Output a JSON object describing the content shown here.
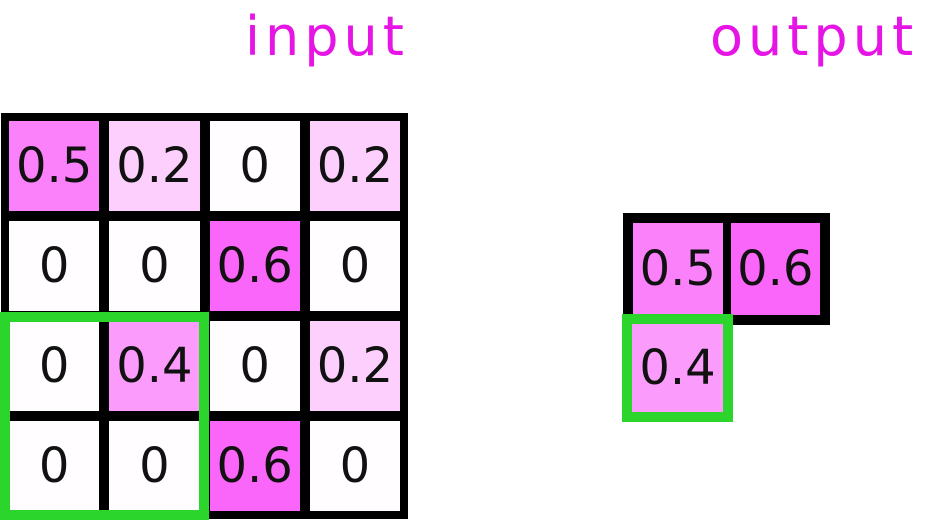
{
  "labels": {
    "input": "input",
    "output": "output"
  },
  "colors": {
    "label_text": "#e615e6",
    "number_text": "#111111",
    "grid_frame": "#000000",
    "highlight_green": "#2bd52b",
    "value_scale": {
      "0": "#fffdff",
      "0.2": "#fccffc",
      "0.4": "#fb9bfb",
      "0.5": "#fa81fa",
      "0.6": "#f966f9"
    }
  },
  "input_grid": {
    "rows": 4,
    "cols": 4,
    "values": [
      [
        "0.5",
        "0.2",
        "0",
        "0.2"
      ],
      [
        "0",
        "0",
        "0.6",
        "0"
      ],
      [
        "0",
        "0.4",
        "0",
        "0.2"
      ],
      [
        "0",
        "0",
        "0.6",
        "0"
      ]
    ],
    "cells": [
      {
        "label": "0.5",
        "color": "#fa81fa"
      },
      {
        "label": "0.2",
        "color": "#fccffc"
      },
      {
        "label": "0",
        "color": "#fffdff"
      },
      {
        "label": "0.2",
        "color": "#fccffc"
      },
      {
        "label": "0",
        "color": "#fffdff"
      },
      {
        "label": "0",
        "color": "#fffdff"
      },
      {
        "label": "0.6",
        "color": "#f966f9"
      },
      {
        "label": "0",
        "color": "#fffdff"
      },
      {
        "label": "0",
        "color": "#fffdff"
      },
      {
        "label": "0.4",
        "color": "#fb9bfb"
      },
      {
        "label": "0",
        "color": "#fffdff"
      },
      {
        "label": "0.2",
        "color": "#fccffc"
      },
      {
        "label": "0",
        "color": "#fffdff"
      },
      {
        "label": "0",
        "color": "#fffdff"
      },
      {
        "label": "0.6",
        "color": "#f966f9"
      },
      {
        "label": "0",
        "color": "#fffdff"
      }
    ]
  },
  "output_grid": {
    "cells": [
      {
        "label": "0.5",
        "color": "#fa81fa",
        "highlighted": false
      },
      {
        "label": "0.6",
        "color": "#f966f9",
        "highlighted": false
      },
      {
        "label": "0.4",
        "color": "#fb9bfb",
        "highlighted": true
      }
    ]
  },
  "highlight": {
    "color": "#2bd52b",
    "input_region_cells": [
      "r2c0",
      "r2c1",
      "r3c0",
      "r3c1"
    ],
    "output_cell": "r1c0"
  }
}
